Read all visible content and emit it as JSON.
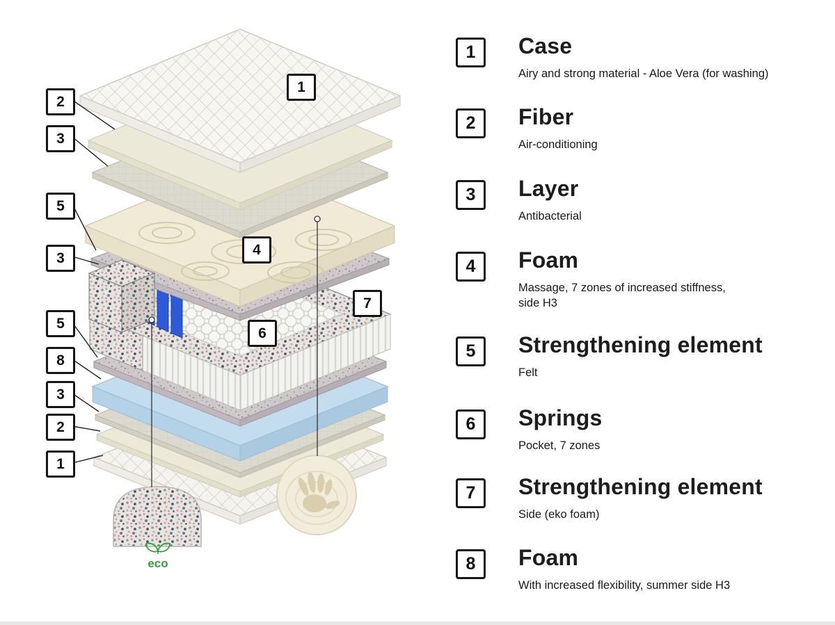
{
  "legend": {
    "items": [
      {
        "number": "1",
        "title": "Case",
        "description": "Airy and strong material - Aloe Vera (for washing)"
      },
      {
        "number": "2",
        "title": "Fiber",
        "description": "Air-conditioning"
      },
      {
        "number": "3",
        "title": "Layer",
        "description": "Antibacterial"
      },
      {
        "number": "4",
        "title": "Foam",
        "description": "Massage, 7 zones of increased stiffness,\n side H3"
      },
      {
        "number": "5",
        "title": "Strengthening element",
        "description": "Felt"
      },
      {
        "number": "6",
        "title": "Springs",
        "description": "Pocket, 7 zones"
      },
      {
        "number": "7",
        "title": "Strengthening element",
        "description": "Side (eko foam)"
      },
      {
        "number": "8",
        "title": "Foam",
        "description": "With increased flexibility, summer side H3"
      }
    ]
  },
  "diagram": {
    "left_markers": [
      {
        "n": "2"
      },
      {
        "n": "3"
      },
      {
        "n": "5"
      },
      {
        "n": "3"
      },
      {
        "n": "5"
      },
      {
        "n": "8"
      },
      {
        "n": "3"
      },
      {
        "n": "2"
      },
      {
        "n": "1"
      }
    ],
    "layer_markers": [
      {
        "n": "1"
      },
      {
        "n": "4"
      },
      {
        "n": "7"
      },
      {
        "n": "6"
      }
    ],
    "eco_label": "eco",
    "colors": {
      "eco_green": "#2fa23a",
      "springs_blue": "#2d5bd8",
      "summer_foam_blue": "#c3dcee"
    }
  }
}
